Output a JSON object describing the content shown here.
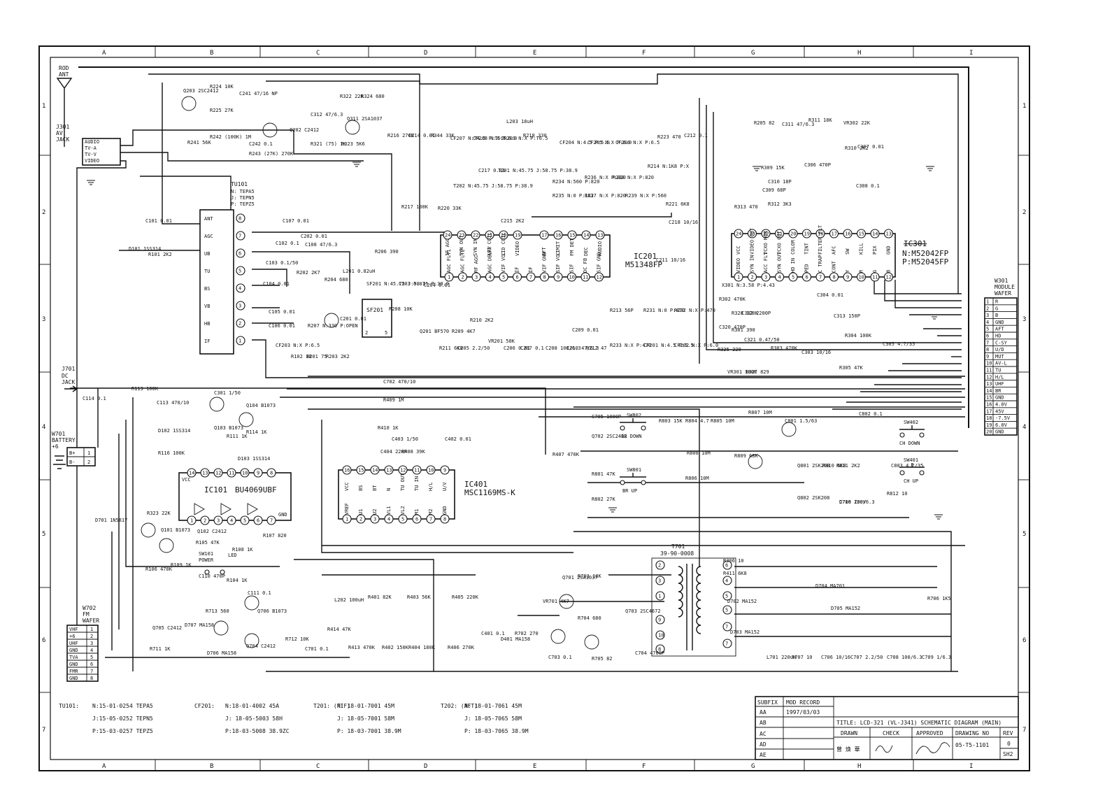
{
  "grid": {
    "cols": [
      "A",
      "B",
      "C",
      "D",
      "E",
      "F",
      "G",
      "H",
      "I"
    ],
    "rows": [
      "1",
      "2",
      "3",
      "4",
      "5",
      "6",
      "7"
    ]
  },
  "antenna": {
    "label1": "ROD",
    "label2": "ANT"
  },
  "jacks": {
    "j301": {
      "ref": "J301",
      "name1": "AV",
      "name2": "JACK",
      "pins": [
        "AUDIO",
        "TV-A",
        "TV-V",
        "VIDEO"
      ]
    },
    "j701": {
      "ref": "J701",
      "name1": "DC",
      "name2": "JACK"
    },
    "w701": {
      "ref": "W701",
      "name1": "BATTERY",
      "name2": "+6",
      "pins": [
        "B+",
        "B-"
      ]
    },
    "w702": {
      "ref": "W702",
      "name1": "FM",
      "name2": "WAFER",
      "pins": [
        "VHF",
        "+6",
        "UHF",
        "GND",
        "TVA",
        "GND",
        "FMR",
        "GND"
      ]
    }
  },
  "tuner": {
    "ref": "TU101",
    "parts": [
      "N: TEPA5",
      "J: TEPN5",
      "P: TEPZ5"
    ],
    "pins": [
      {
        "n": "8",
        "name": "ANT"
      },
      {
        "n": "7",
        "name": "AGC"
      },
      {
        "n": "6",
        "name": "UB"
      },
      {
        "n": "5",
        "name": "TU"
      },
      {
        "n": "4",
        "name": "BS"
      },
      {
        "n": "3",
        "name": "VB"
      },
      {
        "n": "2",
        "name": "HB"
      },
      {
        "n": "1",
        "name": "IF"
      }
    ]
  },
  "ic201": {
    "ref": "IC201",
    "part": "M51348FP",
    "top_pins": [
      {
        "n": "24",
        "name": "IF AGC"
      },
      {
        "n": "23",
        "name": "SYN OUT"
      },
      {
        "n": "22",
        "name": "SYN IN"
      },
      {
        "n": "21",
        "name": "AFT COIL"
      },
      {
        "n": "20",
        "name": "LID COIL"
      },
      {
        "n": "19",
        "name": "VIDEO"
      },
      {
        "n": "17",
        "name": "AFT"
      },
      {
        "n": "16",
        "name": "LIMIT"
      },
      {
        "n": "15",
        "name": "FM DET"
      },
      {
        "n": "14",
        "name": "DEC"
      },
      {
        "n": "13",
        "name": "AUDIO"
      }
    ],
    "bottom_pins": [
      {
        "n": "1",
        "name": "AGC FLT1"
      },
      {
        "n": "2",
        "name": "AGC FLT2"
      },
      {
        "n": "3",
        "name": "RF AGC"
      },
      {
        "n": "4",
        "name": "AGC DELAY"
      },
      {
        "n": "5",
        "name": "VIF VCC"
      },
      {
        "n": "6",
        "name": "IF"
      },
      {
        "n": "7",
        "name": "IF"
      },
      {
        "n": "8",
        "name": "VIF GND"
      },
      {
        "n": "9",
        "name": "SIF VCC"
      },
      {
        "n": "10",
        "name": "SIF"
      },
      {
        "n": "11",
        "name": "DC FB"
      },
      {
        "n": "12",
        "name": "SIF GND"
      }
    ]
  },
  "ic301": {
    "ref": "IC301",
    "part_n": "N:M52042FP",
    "part_p": "P:M52045FP",
    "top_pins": [
      {
        "n": "24",
        "name": "VCC"
      },
      {
        "n": "23",
        "name": "VIDEO OUT"
      },
      {
        "n": "22",
        "name": "VCXO MON"
      },
      {
        "n": "21",
        "name": "VCXO OUT"
      },
      {
        "n": "20",
        "name": "COLOR"
      },
      {
        "n": "19",
        "name": "TINT"
      },
      {
        "n": "18",
        "name": "FILTER FLT"
      },
      {
        "n": "17",
        "name": "AFC"
      },
      {
        "n": "16",
        "name": "SW"
      },
      {
        "n": "15",
        "name": "KILL"
      },
      {
        "n": "14",
        "name": "PIX"
      },
      {
        "n": "13",
        "name": "GND"
      }
    ],
    "bottom_pins": [
      {
        "n": "1",
        "name": "VIDEO"
      },
      {
        "n": "2",
        "name": "SYN IN"
      },
      {
        "n": "3",
        "name": "ACC FLT"
      },
      {
        "n": "4",
        "name": "SYN OUT"
      },
      {
        "n": "5",
        "name": "HD IN"
      },
      {
        "n": "6",
        "name": "PED"
      },
      {
        "n": "7",
        "name": "C TRAP"
      },
      {
        "n": "8",
        "name": "CONT"
      },
      {
        "n": "9",
        "name": "Y"
      },
      {
        "n": "10",
        "name": "R"
      },
      {
        "n": "11",
        "name": "G"
      },
      {
        "n": "12",
        "name": "B"
      }
    ]
  },
  "ic401": {
    "ref": "IC401",
    "part": "MSC1169MS-K",
    "top_pins": [
      {
        "n": "16",
        "name": "VCC"
      },
      {
        "n": "15",
        "name": "BS"
      },
      {
        "n": "14",
        "name": "BT"
      },
      {
        "n": "13",
        "name": "N"
      },
      {
        "n": "12",
        "name": "TU OUT"
      },
      {
        "n": "11",
        "name": "TU IN"
      },
      {
        "n": "10",
        "name": "H/L"
      },
      {
        "n": "9",
        "name": "U/V"
      }
    ],
    "bottom_pins": [
      {
        "n": "1",
        "name": "VREF"
      },
      {
        "n": "2",
        "name": "U1"
      },
      {
        "n": "3",
        "name": "U2"
      },
      {
        "n": "4",
        "name": "VL1"
      },
      {
        "n": "5",
        "name": "VL2"
      },
      {
        "n": "6",
        "name": "M1"
      },
      {
        "n": "7",
        "name": "M2"
      },
      {
        "n": "8",
        "name": "GND"
      }
    ]
  },
  "ic101": {
    "ref": "IC101",
    "part": "BU4069UBF",
    "top_pins": [
      "14",
      "13",
      "12",
      "11",
      "10",
      "9",
      "8"
    ],
    "bottom_pins": [
      "1",
      "2",
      "3",
      "4",
      "5",
      "6",
      "7"
    ],
    "vcc": "VCC",
    "gnd": "GND"
  },
  "module": {
    "ref": "W301",
    "name1": "MODULE",
    "name2": "WAFER",
    "pins": [
      {
        "n": "1",
        "name": "R"
      },
      {
        "n": "2",
        "name": "G"
      },
      {
        "n": "3",
        "name": "B"
      },
      {
        "n": "4",
        "name": "GND"
      },
      {
        "n": "5",
        "name": "AFT"
      },
      {
        "n": "6",
        "name": "HD"
      },
      {
        "n": "7",
        "name": "C-SY"
      },
      {
        "n": "8",
        "name": "U/D"
      },
      {
        "n": "9",
        "name": "MUT"
      },
      {
        "n": "10",
        "name": "AV-L"
      },
      {
        "n": "11",
        "name": "TU"
      },
      {
        "n": "12",
        "name": "H/L"
      },
      {
        "n": "13",
        "name": "UHF"
      },
      {
        "n": "14",
        "name": "BR"
      },
      {
        "n": "15",
        "name": "GND"
      },
      {
        "n": "16",
        "name": "4.0V"
      },
      {
        "n": "17",
        "name": "45V"
      },
      {
        "n": "18",
        "name": "-7.5V"
      },
      {
        "n": "19",
        "name": "6.0V"
      },
      {
        "n": "20",
        "name": "GND"
      }
    ]
  },
  "transformer": {
    "ref": "T701",
    "part": "39-90-0008"
  },
  "switches": [
    {
      "ref": "SW802",
      "label": "BR DOWN"
    },
    {
      "ref": "SW801",
      "label": "BR UP"
    },
    {
      "ref": "SW402",
      "label": "CH DOWN"
    },
    {
      "ref": "SW401",
      "label": "CH UP"
    },
    {
      "ref": "SW101",
      "label": "POWER"
    }
  ],
  "components": [
    "Q203 2SC2412",
    "R224 10K",
    "C241 47/16 NP",
    "R225 27K",
    "R241 56K",
    "R242 (100K) 1M",
    "C242 0.1",
    "R243 (27K) 270K",
    "Q202 C2412",
    "C312 47/6.3",
    "R321 (75) 1K",
    "R323 5K6",
    "Q311 2SA1037",
    "R322 22K",
    "R324 680",
    "R216 270K",
    "C214 0.01",
    "R344 33K",
    "CF207 N:T4.5 P:T5.5",
    "CF208 N:X P:6.0",
    "CF209 N:X P:T6.5",
    "R218 330",
    "L203 18uH",
    "C217 0.01",
    "T202 N:45.75 J:58.75 P:38.9",
    "T201 N:45.75 J:58.75 P:38.9",
    "C215 2K2",
    "R220 33K",
    "R217 180K",
    "CF204 N:4.5 P:5.5",
    "CF205 N:X P:6.0",
    "CF206 N:X P:6.5",
    "R234 N:560 P:820",
    "R236 N:X P:820",
    "R238 N:X P:820",
    "R235 N:0 P:1K2",
    "R237 N:X P:820",
    "R239 N:X P:560",
    "R214 N:1K8 P:X",
    "R223 470",
    "C212 0.1",
    "R221 6K8",
    "C218 10/16",
    "C101 0.01",
    "D101 1SS314",
    "R101 2K2",
    "C107 0.01",
    "C108 47/6.3",
    "C102 0.1",
    "C103 0.1/50",
    "C104 0.01",
    "C105 0.01",
    "C106 0.01",
    "C202 0.01",
    "R202 2K7",
    "R204 680",
    "R206 390",
    "L201 0.82uH",
    "SF201 N:45.75 J:58.75 P:38.9",
    "C203 0.01",
    "C204 0.01",
    "R208 10K",
    "R207 N:330 P:OPEN",
    "C201 0.01",
    "Q201 BF570",
    "R209 4K7",
    "R210 2K2",
    "VR201 50K",
    "R211 6K8",
    "C205 2.2/50",
    "C206 0.01",
    "C207 0.1",
    "C208 100/6.3",
    "C209 0.01",
    "C210 47/6.3",
    "R212 47",
    "C211 10/16",
    "R213 56P",
    "R231 N:0 P:470",
    "R232 N:X P:470",
    "R233 N:X P:470",
    "CF201 N:4.5 P:5.5",
    "CF202 N:X P:6.0",
    "CF203 N:X P:6.5",
    "R102 10",
    "R201 75",
    "R203 2K2",
    "R205 82",
    "C311 47/6.3",
    "R311 18K",
    "VR302 22K",
    "R310 2K2",
    "C307 0.01",
    "C306 470P",
    "C308 0.1",
    "R309 15K",
    "C309 68P",
    "C310 18P",
    "R312 3K3",
    "R313 470",
    "X301 N:3.58 P:4.43",
    "R302 470K",
    "C320 470P",
    "R328 120K",
    "R301 390",
    "R325 220",
    "C321 0.47/50",
    "R303 470K",
    "C303 10/16",
    "C304 0.01",
    "C313 150P",
    "R304 100K",
    "C305 4.7/35",
    "R305 47K",
    "VR301 100K",
    "R327 829",
    "C302 2200P",
    "C301 1/50",
    "Q104 B1073",
    "Q103 B1073",
    "R114 1K",
    "R111 1K",
    "D103 1SS314",
    "D102 1SS314",
    "R116 100K",
    "R113 100K",
    "C113 470/10",
    "C114 0.1",
    "D701 1N5817",
    "R323 22K",
    "Q101 B1073",
    "Q102 C2412",
    "R105 47K",
    "R108 1K",
    "R107 820",
    "LED",
    "R106 470K",
    "R109 1K",
    "C110 470P",
    "R104 1K",
    "C111 0.1",
    "Q706 B1073",
    "R713 560",
    "Q704 C2412",
    "Q705 C2412",
    "D707 MA158",
    "R711 1K",
    "D706 MA158",
    "R712 10K",
    "C701 0.1",
    "C702 470/10",
    "R409 1M",
    "R410 1K",
    "C403 1/50",
    "C402 0.01",
    "C404 220P",
    "R408 39K",
    "R407 470K",
    "L202 100uH",
    "R401 82K",
    "R403 56K",
    "R405 220K",
    "R413 470K",
    "R402 150K",
    "R404 180K",
    "R406 270K",
    "R414 47K",
    "C401 0.1",
    "D401 MA158",
    "R702 270",
    "VR701 4K7",
    "C703 0.1",
    "Q701 2SA1037",
    "R703 18K",
    "R704 680",
    "Q703 2SC4672",
    "C704 4700P",
    "R705 82",
    "C705 1000P",
    "Q702 2SC2412",
    "R801 47K",
    "R802 27K",
    "R803 15K",
    "R804 4.7",
    "R805 10M",
    "R806 10M",
    "R807 10M",
    "R808 10M",
    "R809 68K",
    "C801 1.5/63",
    "Q801 2SK208",
    "Q802 2SK208",
    "R810 6K8",
    "R811 2K2",
    "C802 0.1",
    "C803 4.7/35",
    "R812 10",
    "R306 10",
    "R411 6K8",
    "D702 MA152",
    "D703 MA152",
    "D704 MA701",
    "D705 MA152",
    "R706 1K5",
    "L701 220uH",
    "R707 10",
    "C706 10/16",
    "C707 2.2/50",
    "C708 100/6.3",
    "C709 1/6.3",
    "D706 Z30V",
    "C710 100/6.3"
  ],
  "notes": [
    {
      "ref": "TU101:",
      "lines": [
        "N:15-01-0254  TEPA5",
        "J:15-05-0252  TEPN5",
        "P:15-03-0257  TEPZ5"
      ]
    },
    {
      "ref": "CF201:",
      "lines": [
        "N:18-01-4002   45A",
        "J: 18-05-5003   58H",
        "P:18-03-5008   38.9ZC"
      ]
    },
    {
      "ref": "T201: (PIF)",
      "lines": [
        "N: 18-01-7001   45M",
        "J: 18-05-7001   58M",
        "P: 18-03-7001   38.9M"
      ]
    },
    {
      "ref": "T202: (AFT)",
      "lines": [
        "N: 18-01-7061   45M",
        "J: 18-05-7065   58M",
        "P: 18-03-7065   38.9M"
      ]
    }
  ],
  "title_block": {
    "subfix_header": "SUBFIX",
    "mod_header": "MOD RECORD",
    "rows": [
      "AA",
      "AB",
      "AC",
      "AD",
      "AE"
    ],
    "mod_date": "1997/03/03",
    "title": "TITLE: LCD-321 (VL-J341) SCHEMATIC DIAGRAM (MAIN)",
    "drawn_label": "DRAWN",
    "check_label": "CHECK",
    "approved_label": "APPROVED",
    "drawing_no_label": "DRAWING NO",
    "rev_label": "REV",
    "drawn_name": "曾 焕 華",
    "drawing_no": "05-T5-1101",
    "rev": "0",
    "sheet": "SH2"
  }
}
